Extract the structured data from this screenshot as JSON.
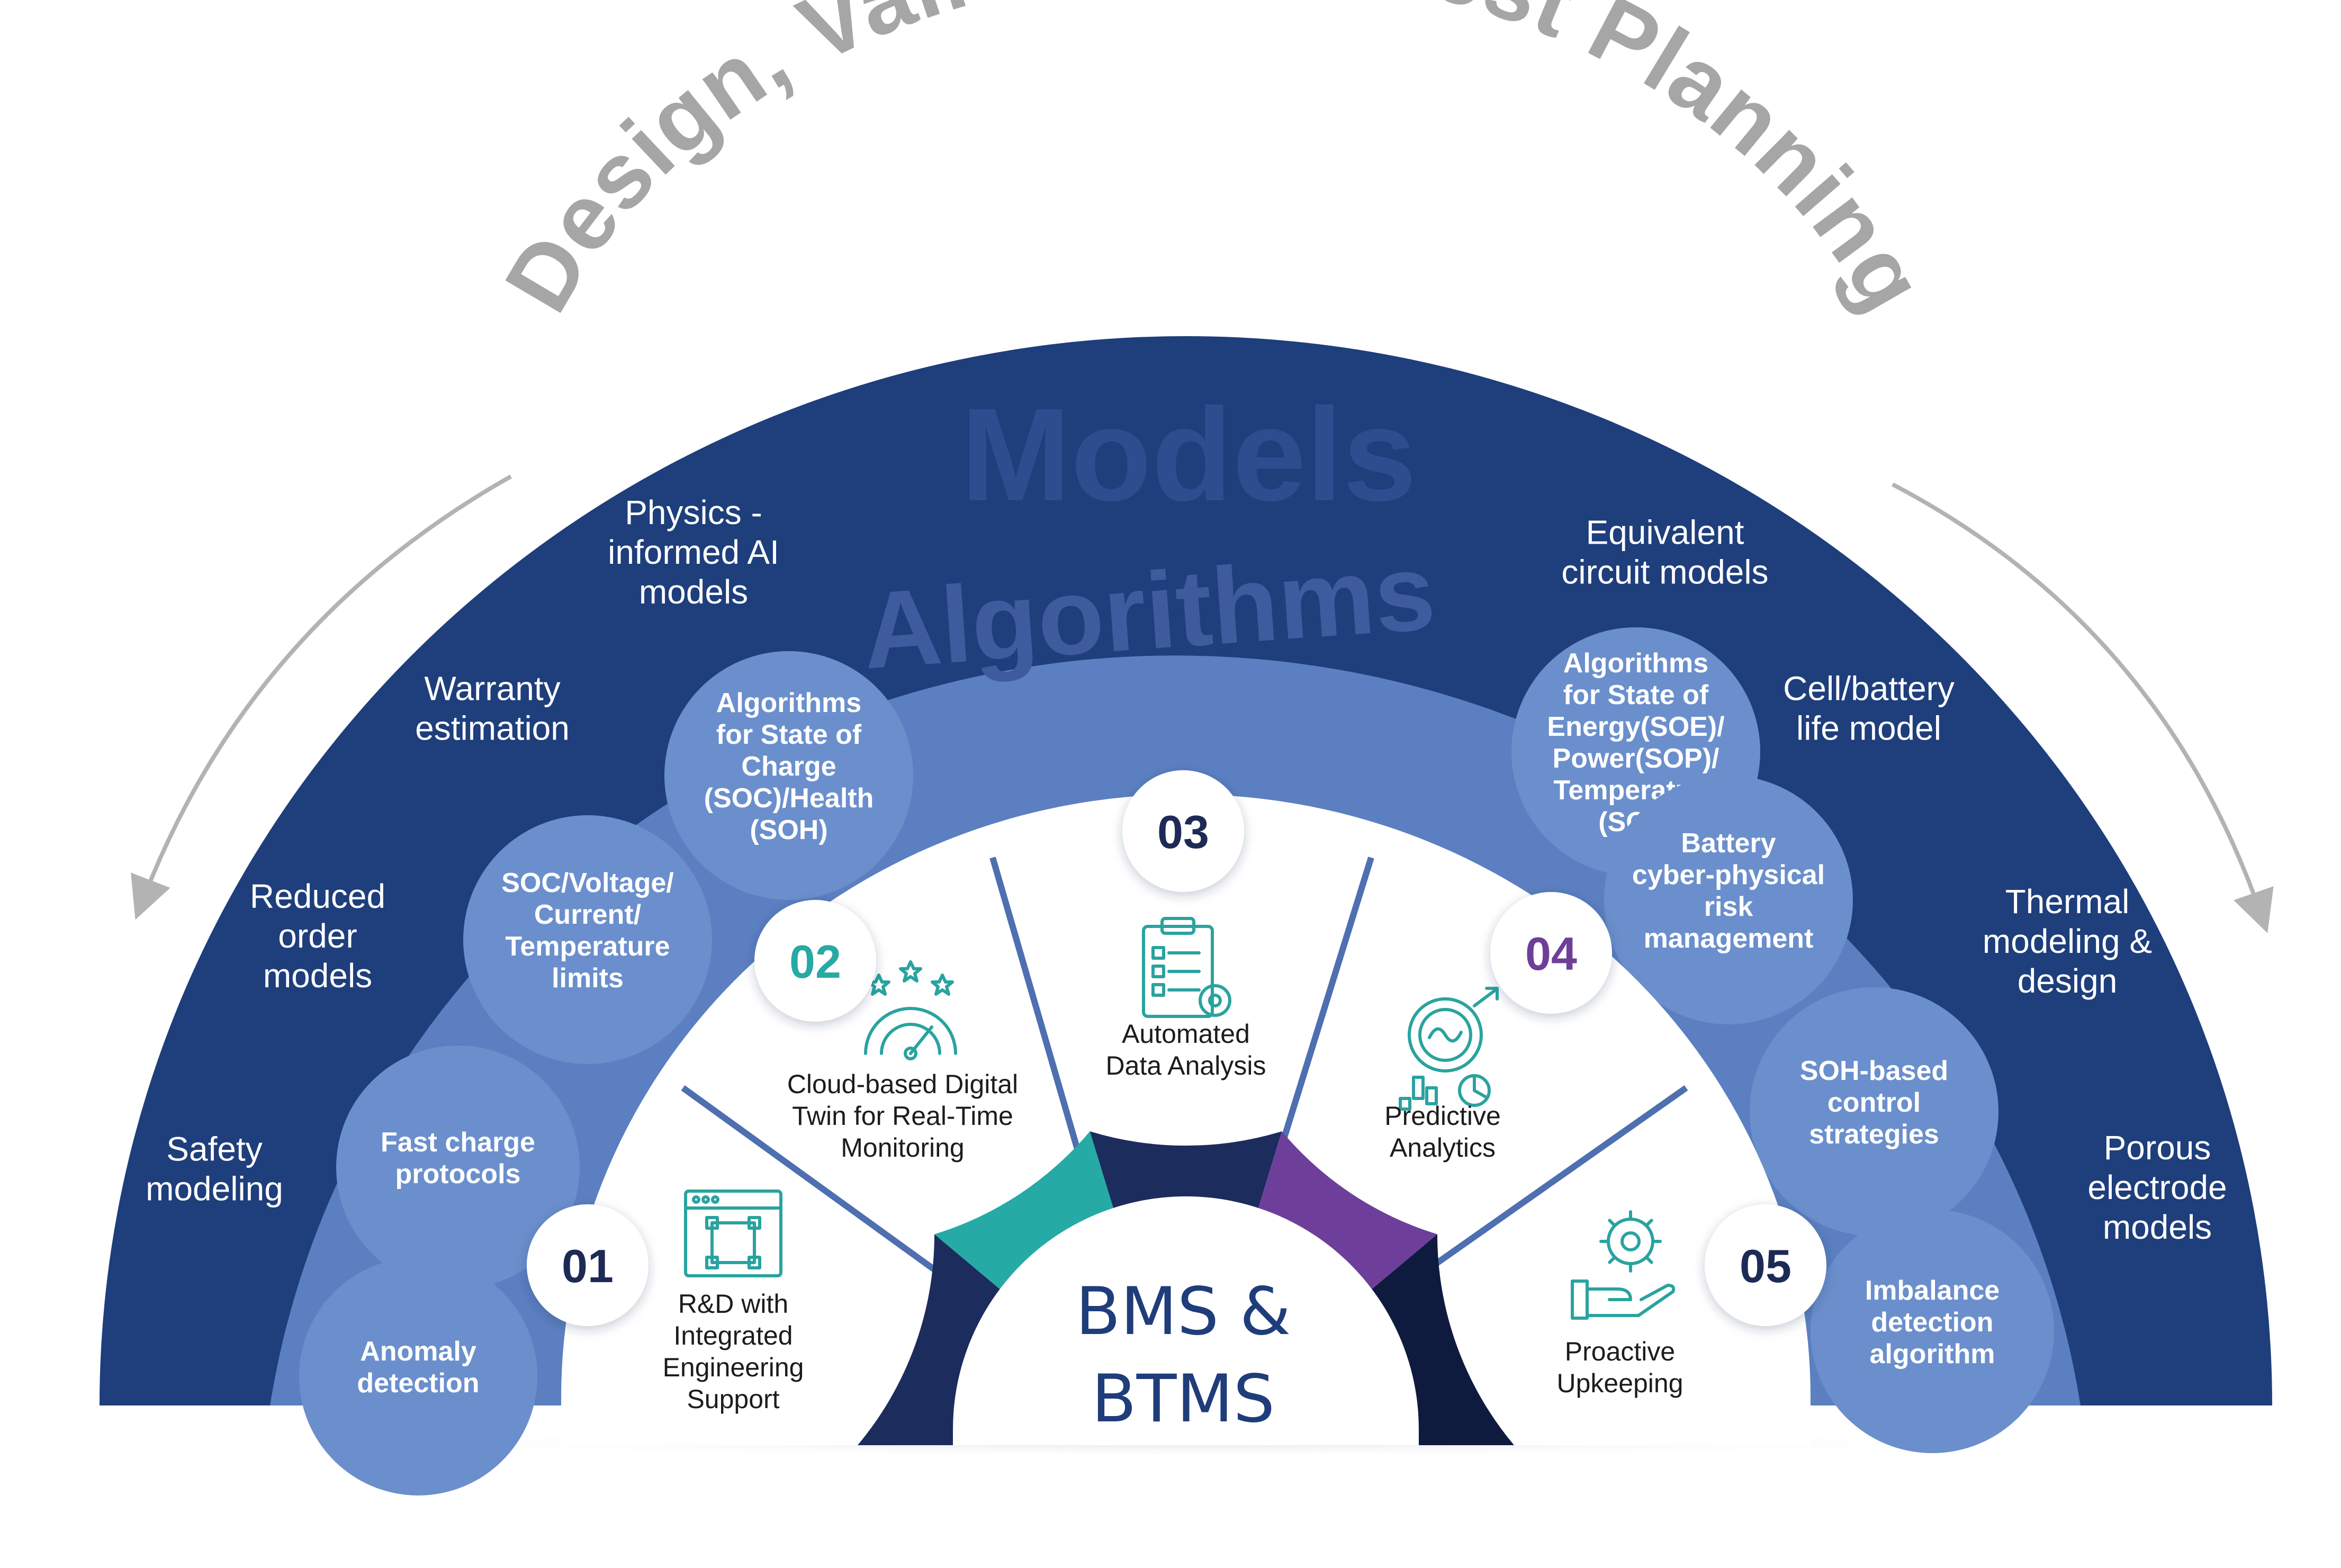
{
  "title": "Design, Validation & Test Planning",
  "rings": {
    "models_label": "Models",
    "algorithms_label": "Algorithms"
  },
  "models": [
    [
      "Safety",
      "modeling"
    ],
    [
      "Reduced",
      "order",
      "models"
    ],
    [
      "Warranty",
      "estimation"
    ],
    [
      "Physics -",
      "informed AI",
      "models"
    ],
    [
      "Equivalent",
      "circuit models"
    ],
    [
      "Cell/battery",
      "life model"
    ],
    [
      "Thermal",
      "modeling &",
      "design"
    ],
    [
      "Porous",
      "electrode",
      "models"
    ]
  ],
  "algorithms": [
    [
      "Anomaly",
      "detection"
    ],
    [
      "Fast charge",
      "protocols"
    ],
    [
      "SOC/Voltage/",
      "Current/",
      "Temperature",
      "limits"
    ],
    [
      "Algorithms",
      "for State of",
      "Charge",
      "(SOC)/Health",
      "(SOH)"
    ],
    [
      "Algorithms",
      "for State of",
      "Energy(SOE)/",
      "Power(SOP)/",
      "Temperature",
      "(SOT)"
    ],
    [
      "Battery",
      "cyber-physical",
      "risk",
      "management"
    ],
    [
      "SOH-based",
      "control",
      "strategies"
    ],
    [
      "Imbalance",
      "detection",
      "algorithm"
    ]
  ],
  "steps": [
    {
      "number": "01",
      "icon": "blueprint-icon",
      "label": [
        "R&D with",
        "Integrated",
        "Engineering",
        "Support"
      ]
    },
    {
      "number": "02",
      "icon": "gauge-stars-icon",
      "label": [
        "Cloud-based Digital",
        "Twin for Real-Time",
        "Monitoring"
      ]
    },
    {
      "number": "03",
      "icon": "clipboard-gear-icon",
      "label": [
        "Automated",
        "Data Analysis"
      ]
    },
    {
      "number": "04",
      "icon": "analytics-magnifier-icon",
      "label": [
        "Predictive",
        "Analytics"
      ]
    },
    {
      "number": "05",
      "icon": "hand-gear-icon",
      "label": [
        "Proactive",
        "Upkeeping"
      ]
    }
  ],
  "center": [
    "BMS &",
    "BTMS"
  ],
  "colors": {
    "outer_ring": "#1e3e7c",
    "middle_ring": "#5b7fc0",
    "bubble": "#6b8fcc",
    "inner_panel": "#ffffff",
    "divider": "#4e6fb0",
    "badge_01": "#1c2a55",
    "badge_02": "#27a9a4",
    "badge_03": "#1c2a55",
    "badge_04": "#6f3f98",
    "badge_05": "#1c2a55",
    "hub_teal": "#26aaa6",
    "hub_purple": "#6e3f9a",
    "hub_navy": "#1c2c5c",
    "hub_dark": "#0f1a3f",
    "title_gray": "#a6a6a6",
    "arrow_gray": "#b3b3b3",
    "center_text": "#1f3d7a",
    "icon_teal": "#2aa39f"
  }
}
